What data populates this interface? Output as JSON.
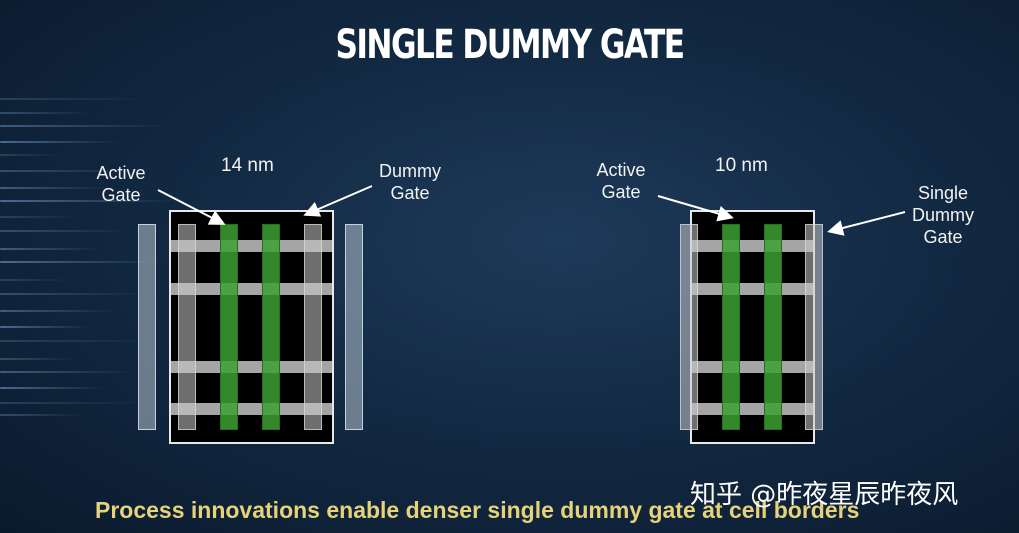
{
  "title": "SINGLE DUMMY GATE",
  "left_diagram": {
    "node_label": "14 nm",
    "active_label": "Active\nGate",
    "dummy_label": "Dummy\nGate"
  },
  "right_diagram": {
    "node_label": "10 nm",
    "active_label": "Active\nGate",
    "dummy_label": "Single\nDummy\nGate"
  },
  "caption": "Process innovations enable denser single dummy gate at cell borders",
  "watermark": "知乎 @昨夜星辰昨夜风",
  "colors": {
    "background": "#132a44",
    "active_gate": "#3ca032",
    "dummy_gate": "#c8c8c8",
    "fin": "#dcdcdc",
    "caption": "#e6d27a"
  }
}
